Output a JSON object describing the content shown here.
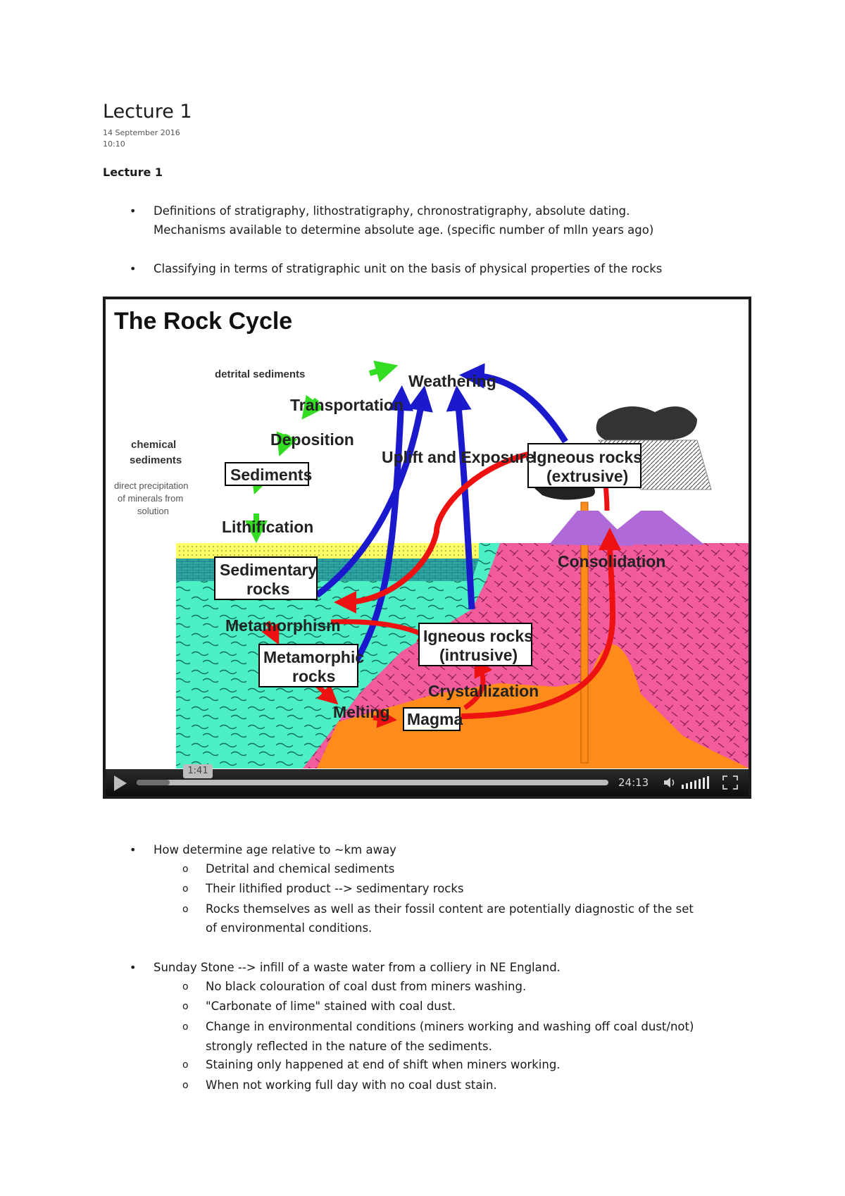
{
  "doc": {
    "title": "Lecture 1",
    "date": "14 September 2016",
    "time": "10:10",
    "heading": "Lecture 1"
  },
  "bullets_top": [
    "Definitions of stratigraphy, lithostratigraphy, chronostratigraphy, absolute dating.",
    "Mechanisms available to determine absolute age.  (specific number of mlln years ago)",
    "Classifying in terms of stratigraphic unit on the basis of physical properties of the rocks"
  ],
  "figure": {
    "title": "The Rock Cycle",
    "labels": {
      "detrital": "detrital sediments",
      "chemical_1": "chemical",
      "chemical_2": "sediments",
      "precip_1": "direct precipitation",
      "precip_2": "of minerals from",
      "precip_3": "solution",
      "weathering": "Weathering",
      "transportation": "Transportation",
      "deposition": "Deposition",
      "sediments": "Sediments",
      "uplift": "Uplift and Exposure",
      "igneous_ext_1": "Igneous rocks",
      "igneous_ext_2": "(extrusive)",
      "lithification": "Lithification",
      "consolidation": "Consolidation",
      "sedimentary_1": "Sedimentary",
      "sedimentary_2": "rocks",
      "metamorphism": "Metamorphism",
      "igneous_int_1": "Igneous rocks",
      "igneous_int_2": "(intrusive)",
      "metamorphic_1": "Metamorphic",
      "metamorphic_2": "rocks",
      "crystallization": "Crystallization",
      "melting": "Melting",
      "magma": "Magma"
    },
    "colors": {
      "sediment_yellow": "#ffff66",
      "limestone_teal": "#2ea6a6",
      "metamorphic_green": "#4df0c4",
      "igneous_pink": "#f25c9c",
      "magma_orange": "#ff8c1a",
      "volcano_purple": "#b06ad8",
      "arrow_blue": "#1a1acc",
      "arrow_red": "#ee1111",
      "arrow_green": "#33dd22"
    },
    "player": {
      "current_time": "1:41",
      "duration": "24:13",
      "progress": 0.07
    }
  },
  "section2": {
    "bullet": "How determine age relative to ~km away",
    "sub": [
      "Detrital and chemical sediments",
      "Their lithified product --> sedimentary rocks",
      "Rocks themselves as well as their fossil content are potentially diagnostic of the set",
      "of environmental conditions."
    ]
  },
  "section3": {
    "bullet": "Sunday Stone --> infill of a waste water from a colliery in NE England.",
    "sub": [
      "No black colouration of coal dust from miners washing.",
      "\"Carbonate of lime\" stained with coal dust.",
      "Change in environmental conditions (miners working and washing off coal dust/not)",
      "strongly reflected in the nature of the sediments.",
      "Staining only happened at end of shift when miners working.",
      "When not working full day with no coal dust stain."
    ]
  },
  "symbols": {
    "bullet": "•",
    "sub_bullet": "o"
  }
}
